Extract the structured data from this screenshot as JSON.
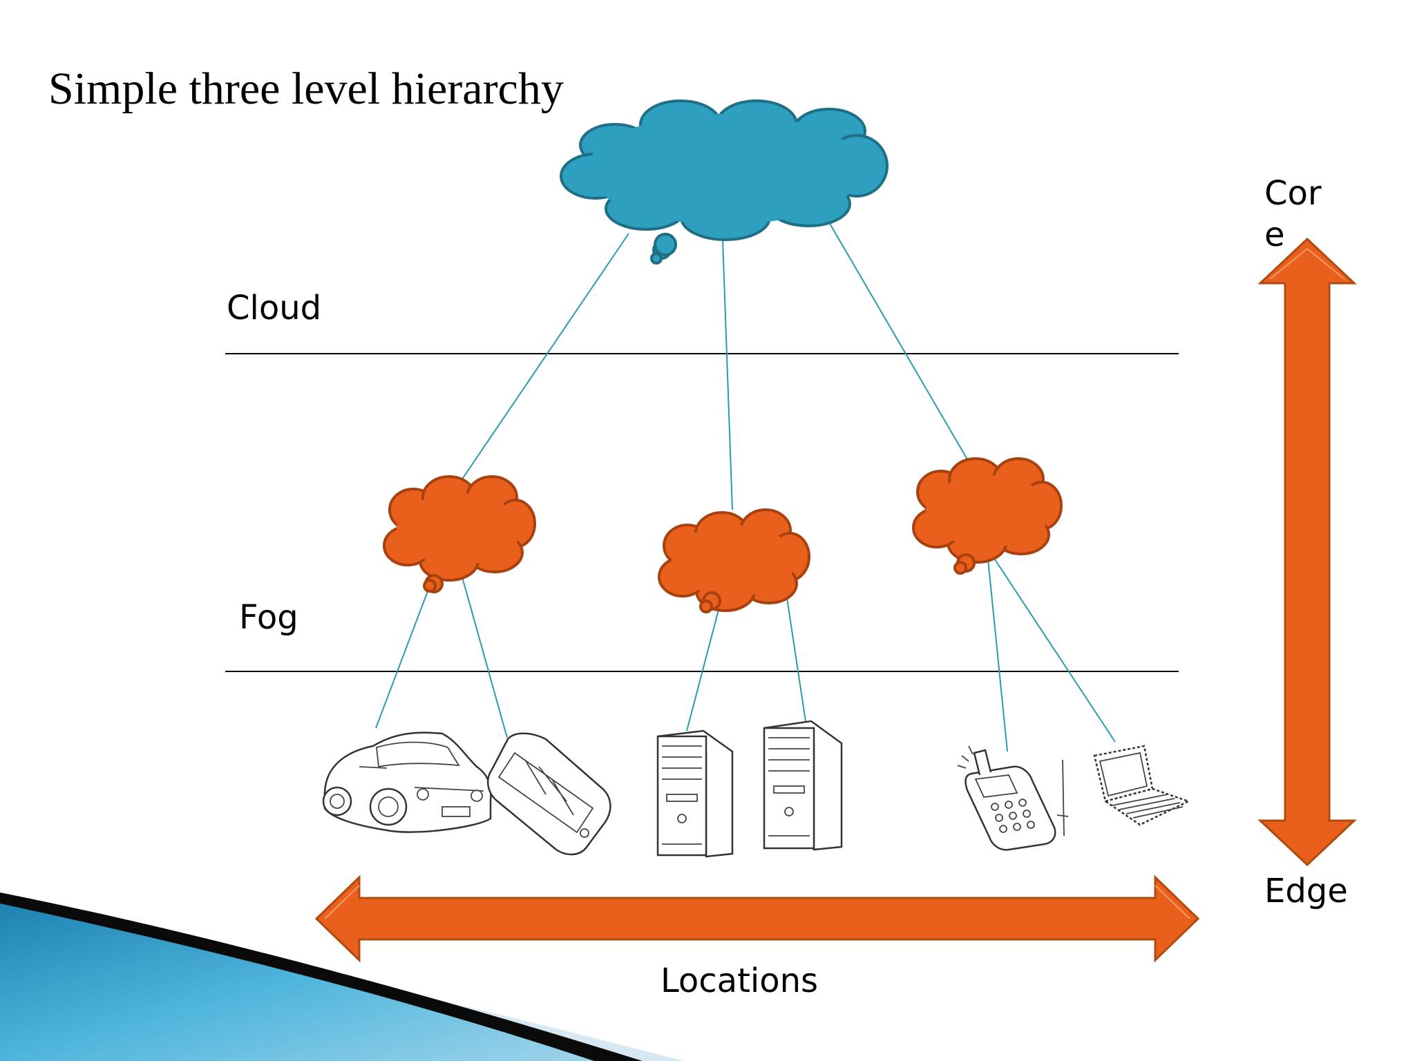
{
  "slide": {
    "title": "Simple three level hierarchy"
  },
  "layers": {
    "cloud_label": "Cloud",
    "fog_label": "Fog"
  },
  "axes": {
    "vertical_top_line1": "Cor",
    "vertical_top_line2": "e",
    "vertical_bottom": "Edge",
    "horizontal": "Locations"
  },
  "colors": {
    "cloud_fill": "#2E9FBE",
    "cloud_stroke": "#1D6F86",
    "fog_fill": "#E8601C",
    "fog_stroke": "#A8400F",
    "arrow_fill": "#E8601C",
    "arrow_stroke": "#B24A10",
    "link": "#2A9AAE",
    "divider": "#000000"
  },
  "devices": [
    {
      "kind": "car-icon"
    },
    {
      "kind": "smartphone-icon"
    },
    {
      "kind": "desktop-tower-icon"
    },
    {
      "kind": "desktop-tower-icon"
    },
    {
      "kind": "cellphone-icon"
    },
    {
      "kind": "laptop-icon"
    }
  ]
}
